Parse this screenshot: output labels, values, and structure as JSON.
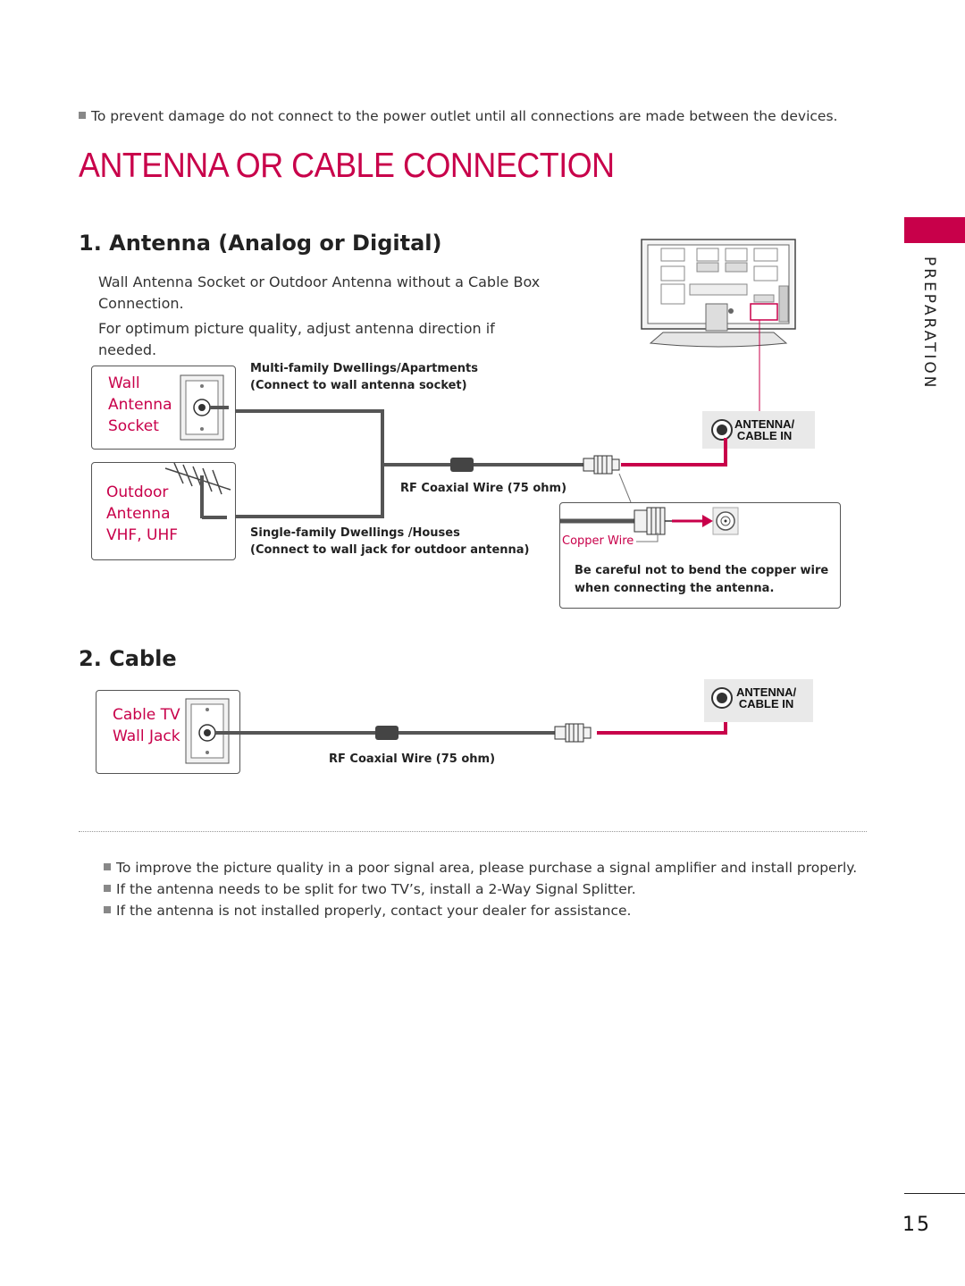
{
  "notes": {
    "top": "To prevent damage do not connect to the power outlet until all connections are made between the devices.",
    "bottom": [
      "To improve the picture quality in a poor signal area, please purchase a signal amplifier and install properly.",
      "If the antenna needs to be split for two TV’s, install a 2-Way Signal Splitter.",
      "If the antenna is not installed properly, contact your dealer for assistance."
    ]
  },
  "page_title": "ANTENNA OR CABLE CONNECTION",
  "antenna_section": {
    "title": "1. Antenna (Analog or Digital)",
    "desc1_line1": "Wall Antenna Socket or Outdoor Antenna without a Cable Box",
    "desc1_line2": "Connection.",
    "desc2": "For optimum picture quality, adjust antenna direction if needed.",
    "wall_socket": {
      "line1": "Wall",
      "line2": "Antenna",
      "line3": "Socket"
    },
    "outdoor": {
      "line1": "Outdoor",
      "line2": "Antenna",
      "line3": "VHF, UHF"
    },
    "multi_family_line1": "Multi-family Dwellings/Apartments",
    "multi_family_line2": "(Connect to wall antenna socket)",
    "rf_wire": "RF Coaxial Wire (75 ohm)",
    "single_family_line1": "Single-family Dwellings /Houses",
    "single_family_line2": "(Connect to wall jack for outdoor antenna)",
    "port_line1": "ANTENNA/",
    "port_line2": "CABLE IN",
    "copper_wire": "Copper Wire",
    "caution_line1": "Be careful not to bend the copper wire",
    "caution_line2": "when connecting the antenna."
  },
  "cable_section": {
    "title": "2. Cable",
    "wall_jack": {
      "line1": "Cable TV",
      "line2": "Wall Jack"
    },
    "rf_wire": "RF Coaxial Wire (75 ohm)",
    "port_line1": "ANTENNA/",
    "port_line2": "CABLE IN"
  },
  "side_tab": "PREPARATION",
  "page_number": "15",
  "colors": {
    "accent": "#c8004a",
    "cable": "#555555",
    "text": "#222222"
  },
  "icons": [
    "tv-back-panel-icon",
    "wall-plate-icon",
    "yagi-antenna-icon",
    "coax-connector-icon",
    "rf-port-icon"
  ]
}
